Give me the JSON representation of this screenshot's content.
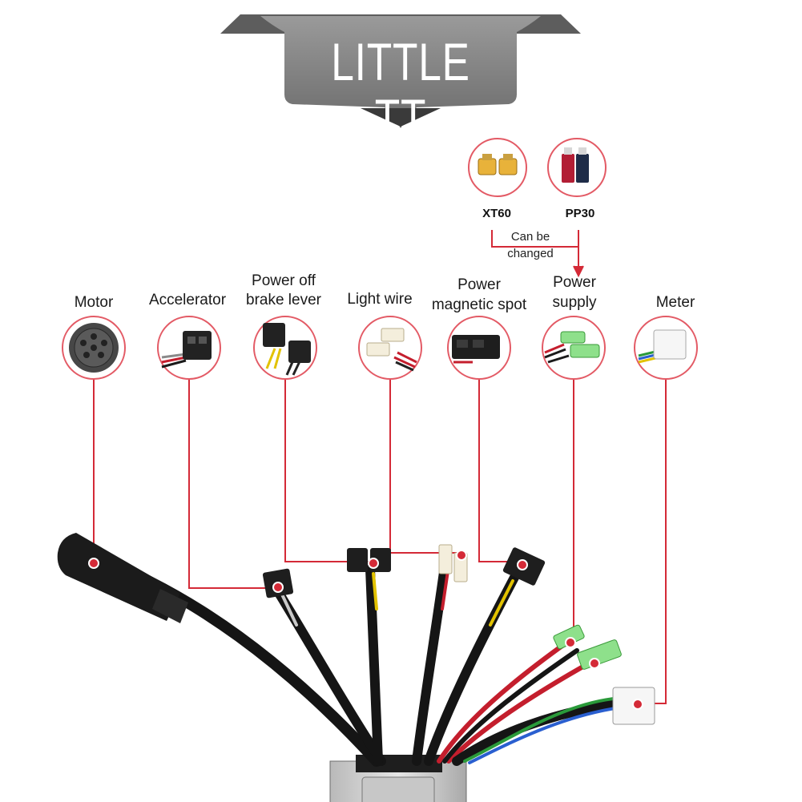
{
  "brand": {
    "name": "LITTLE TT"
  },
  "variant": {
    "left": "XT60",
    "right": "PP30",
    "note_line1": "Can be",
    "note_line2": "changed"
  },
  "labels": {
    "motor": "Motor",
    "accelerator": "Accelerator",
    "brake_line1": "Power off",
    "brake_line2": "brake lever",
    "light": "Light wire",
    "magnet_line1": "Power",
    "magnet_line2": "magnetic spot",
    "power_line1": "Power",
    "power_line2": "supply",
    "meter": "Meter"
  },
  "colors": {
    "leader": "#d42a37",
    "banner": "#7e7e7e",
    "cable": "#151515"
  }
}
